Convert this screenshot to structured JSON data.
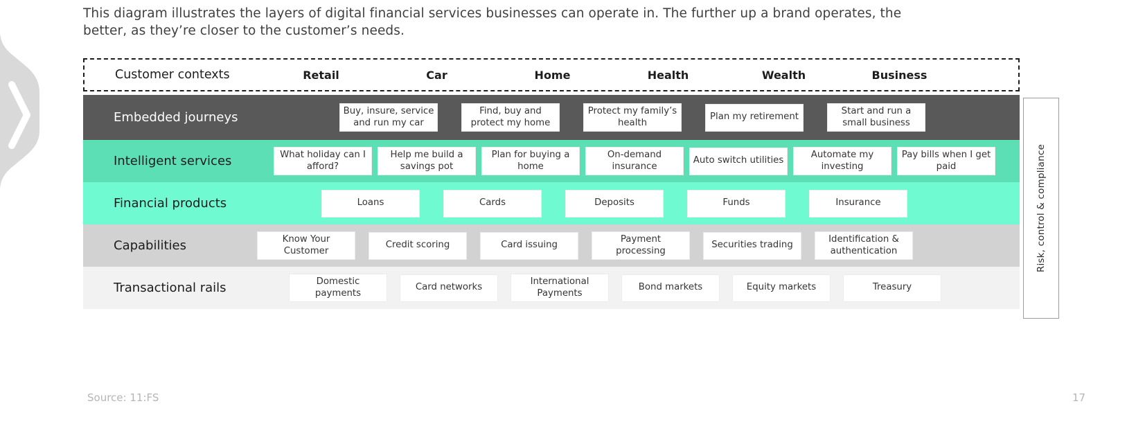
{
  "intro": {
    "text": "This diagram illustrates the layers of digital financial services businesses can operate in. The further up a brand operates, the better, as they’re closer to the customer’s needs."
  },
  "customer_contexts": {
    "label": "Customer contexts",
    "items": [
      "Retail",
      "Car",
      "Home",
      "Health",
      "Wealth",
      "Business"
    ]
  },
  "rows": [
    {
      "label": "Embedded journeys",
      "items": [
        "Buy, insure, service and run my car",
        "Find, buy and protect my home",
        "Protect my family’s health",
        "Plan my retirement",
        "Start and run a small business"
      ]
    },
    {
      "label": "Intelligent services",
      "items": [
        "What holiday can I afford?",
        "Help me build a savings pot",
        "Plan for buying a home",
        "On-demand insurance",
        "Auto switch utilities",
        "Automate my investing",
        "Pay bills when I get paid"
      ]
    },
    {
      "label": "Financial products",
      "items": [
        "Loans",
        "Cards",
        "Deposits",
        "Funds",
        "Insurance"
      ]
    },
    {
      "label": "Capabilities",
      "items": [
        "Know Your Customer",
        "Credit scoring",
        "Card issuing",
        "Payment processing",
        "Securities trading",
        "Identification & authentication"
      ]
    },
    {
      "label": "Transactional rails",
      "items": [
        "Domestic payments",
        "Card networks",
        "International Payments",
        "Bond markets",
        "Equity markets",
        "Treasury"
      ]
    }
  ],
  "risk": {
    "label": "Risk, control & compliance"
  },
  "footer": {
    "source": "Source: 11:FS",
    "page": "17"
  },
  "colors": {
    "embedded_row": "#595959",
    "intelligent_row": "#5cdfb4",
    "financial_row": "#6ffad1",
    "capabilities_row": "#d2d2d2",
    "rails_row": "#f2f2f2",
    "handle": "#d9d9d9"
  }
}
